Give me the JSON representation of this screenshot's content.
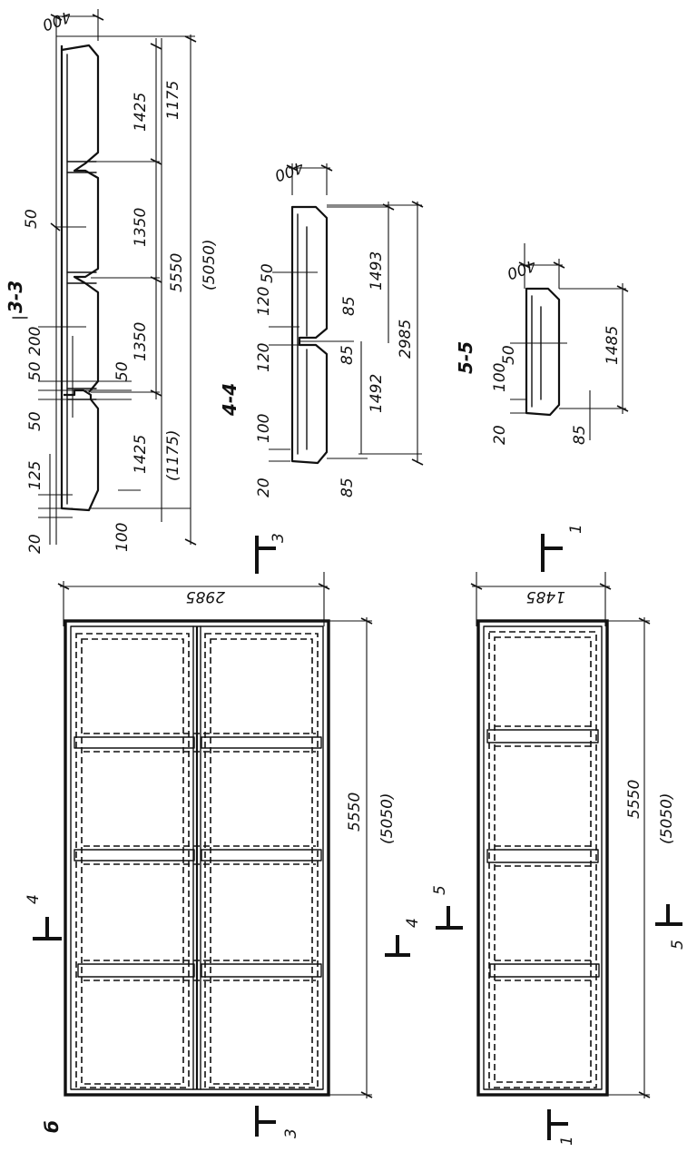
{
  "figure_label": "б",
  "plan_large": {
    "width": "2985",
    "length": "5550",
    "length_alt": "(5050)",
    "cut_3": "3",
    "cut_4": "4"
  },
  "plan_small": {
    "width": "1485",
    "length": "5550",
    "length_alt": "(5050)",
    "cut_1": "1",
    "cut_5": "5"
  },
  "section_3": {
    "title": "3-3",
    "dims": {
      "d400": "400",
      "d1425_top": "1425",
      "d1175_top": "1175",
      "d1350_a": "1350",
      "d1350_b": "1350",
      "d5550": "5550",
      "d5050": "(5050)",
      "d50_rib": "50",
      "d200": "200",
      "d50_a": "50",
      "d50_b": "50",
      "d50_c": "50",
      "d1425_bot": "1425",
      "d1175_bot": "(1175)",
      "d125": "125",
      "d20": "20",
      "d100": "100"
    }
  },
  "section_4": {
    "title": "4-4",
    "dims": {
      "d400": "400",
      "d50": "50",
      "d120_a": "120",
      "d120_b": "120",
      "d85_a": "85",
      "d85_b": "85",
      "d85_c": "85",
      "d1493": "1493",
      "d1492": "1492",
      "d2985": "2985",
      "d100": "100",
      "d20": "20"
    }
  },
  "section_5": {
    "title": "5-5",
    "dims": {
      "d400": "400",
      "d50": "50",
      "d100": "100",
      "d20": "20",
      "d1485": "1485",
      "d85": "85"
    }
  }
}
